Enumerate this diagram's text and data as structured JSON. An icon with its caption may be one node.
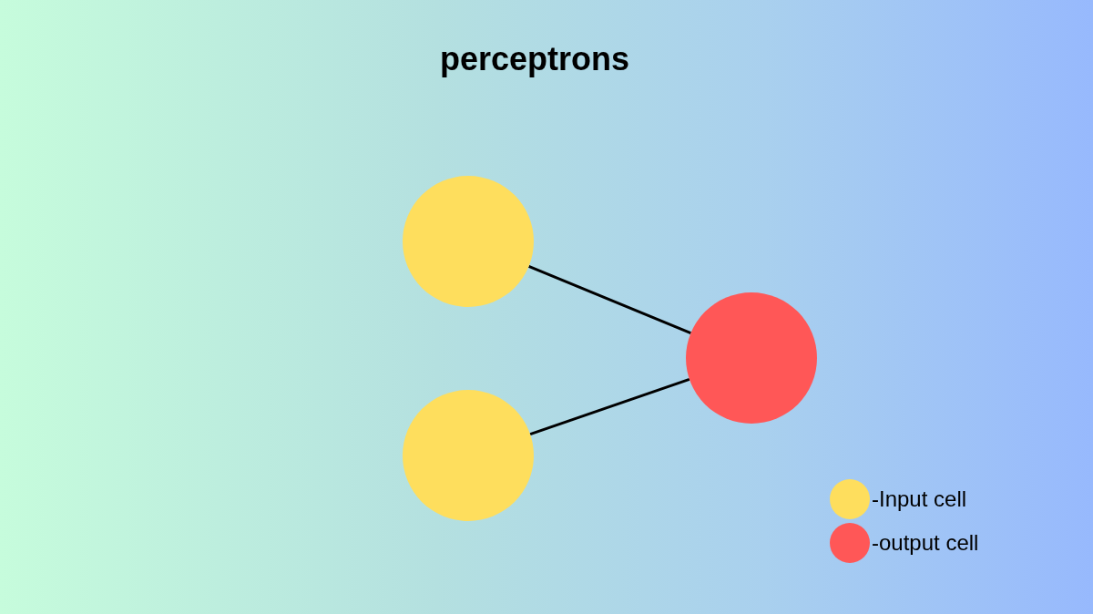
{
  "diagram": {
    "title": "perceptrons",
    "nodes": [
      {
        "text": [],
        "shape": "circle"
      },
      {
        "text": [],
        "shape": "circle"
      },
      {
        "text": [],
        "shape": "circle"
      }
    ],
    "edges": [
      {
        "from": 0,
        "to": 2,
        "arrow": "none"
      },
      {
        "from": 1,
        "to": 2,
        "arrow": "none"
      }
    ],
    "legend": [
      {
        "text": "-Input cell",
        "color": "#fede5d"
      },
      {
        "text": "-output cell",
        "color": "#ff5757"
      }
    ]
  }
}
